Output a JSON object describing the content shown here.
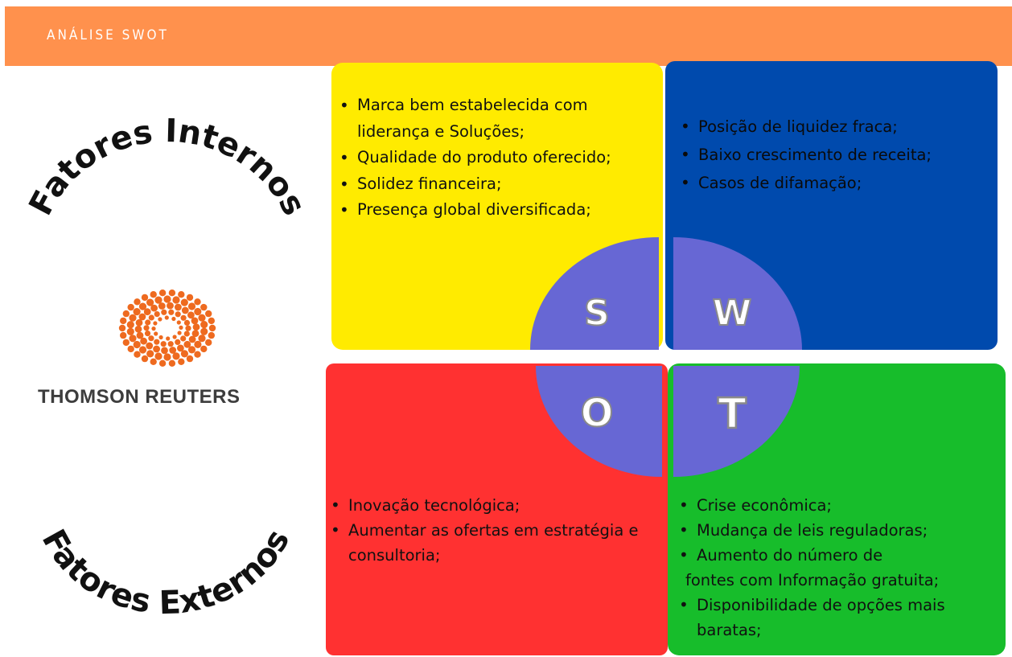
{
  "header": {
    "title": "ANÁLISE SWOT"
  },
  "labels": {
    "internal": "Fatores Internos",
    "external": "Fatores Externos"
  },
  "logo": {
    "name": "THOMSON REUTERS",
    "icon": "thomson-reuters-dot-ring-logo",
    "color": "#ee6a1f"
  },
  "swot": {
    "strengths": {
      "letter": "S",
      "color": "#ffeb00",
      "items": [
        "Marca bem estabelecida com liderança e Soluções;",
        "Qualidade do produto oferecido;",
        "Solidez financeira;",
        "Presença global diversificada;"
      ]
    },
    "weaknesses": {
      "letter": "W",
      "color": "#004aad",
      "items": [
        "Posição de liquidez fraca;",
        "Baixo crescimento de receita;",
        "Casos de difamação;"
      ]
    },
    "opportunities": {
      "letter": "O",
      "color": "#ff3131",
      "items": [
        "Inovação tecnológica;",
        "Aumentar as ofertas em estratégia e consultoria;"
      ]
    },
    "threats": {
      "letter": "T",
      "color": "#17bd2b",
      "items": [
        "Crise econômica;",
        "Mudança de leis reguladoras;",
        "Aumento do número de",
        "fontes com Informação gratuita;",
        "Disponibilidade de opções mais baratas;"
      ]
    }
  },
  "circle_color": "#6767d4"
}
